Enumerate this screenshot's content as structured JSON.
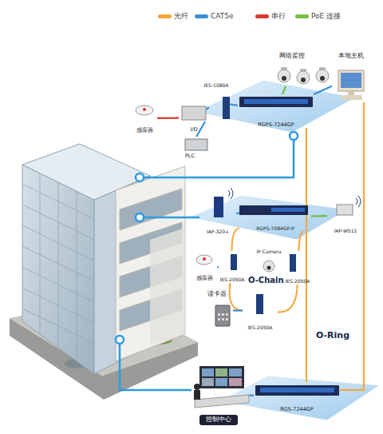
{
  "diagram": {
    "nodes": [
      {
        "text": [
          "IES-1080A"
        ]
      },
      {
        "text": [
          "RGPS-7244GP"
        ]
      },
      {
        "text": [
          "网络监控"
        ]
      },
      {
        "text": [
          "本地主机"
        ]
      },
      {
        "text": [
          "感应器"
        ]
      },
      {
        "text": [
          "I/O"
        ]
      },
      {
        "text": [
          "PLC"
        ]
      },
      {
        "text": [
          "IAP-320+"
        ]
      },
      {
        "text": [
          "RGPS-7084GP-P"
        ]
      },
      {
        "text": [
          "IAP-W512"
        ]
      },
      {
        "text": [
          "IP Camera"
        ]
      },
      {
        "text": [
          "IES-2050A"
        ]
      },
      {
        "text": [
          "IES-2050A"
        ]
      },
      {
        "text": [
          "IES-2050A"
        ]
      },
      {
        "text": [
          "感应器"
        ]
      },
      {
        "text": [
          "读卡器"
        ]
      },
      {
        "text": [
          "RGS-7244GP"
        ]
      },
      {
        "text": [
          "控制中心"
        ]
      }
    ],
    "edges": [
      {
        "from": 4,
        "to": 5,
        "arrow": "none"
      },
      {
        "from": 5,
        "to": 0,
        "arrow": "none"
      },
      {
        "from": 6,
        "to": 0,
        "arrow": "none"
      },
      {
        "from": 0,
        "to": 1,
        "arrow": "none"
      },
      {
        "from": 2,
        "to": 1,
        "arrow": "none"
      },
      {
        "from": 3,
        "to": 1,
        "arrow": "none"
      },
      {
        "from": 7,
        "to": 8,
        "arrow": "none"
      },
      {
        "from": 9,
        "to": 8,
        "arrow": "none"
      },
      {
        "from": 8,
        "to": 11,
        "arrow": "none"
      },
      {
        "from": 11,
        "to": 13,
        "arrow": "none"
      },
      {
        "from": 13,
        "to": 12,
        "arrow": "none"
      },
      {
        "from": 12,
        "to": 8,
        "arrow": "none"
      },
      {
        "from": 14,
        "to": 11,
        "arrow": "none"
      },
      {
        "from": 15,
        "to": 13,
        "arrow": "none"
      },
      {
        "from": 1,
        "to": 16,
        "arrow": "none"
      },
      {
        "from": 3,
        "to": 16,
        "arrow": "none"
      },
      {
        "from": 17,
        "to": 16,
        "arrow": "none"
      }
    ],
    "labels": [
      "O-Chain",
      "O-Ring"
    ],
    "legend": [
      {
        "text": "光纤",
        "color": "#f5a536"
      },
      {
        "text": "CAT5e",
        "color": "#3b8fd6"
      },
      {
        "text": "串行",
        "color": "#d93a2f"
      },
      {
        "text": "PoE 连接",
        "color": "#74bf44"
      }
    ]
  }
}
